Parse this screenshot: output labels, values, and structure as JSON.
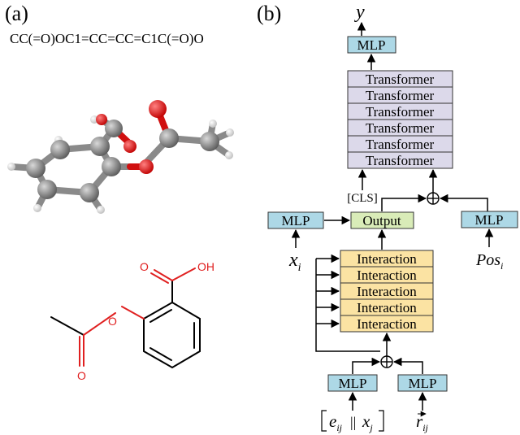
{
  "panel_a": {
    "label": "(a)",
    "smiles": "CC(=O)OC1=CC=CC=C1C(=O)O",
    "atoms_2d": {
      "oh": "OH",
      "o": "O"
    }
  },
  "panel_b": {
    "label": "(b)",
    "output_var": "y",
    "top_mlp": "MLP",
    "transformers": [
      "Transformer",
      "Transformer",
      "Transformer",
      "Transformer",
      "Transformer",
      "Transformer"
    ],
    "cls": "[CLS]",
    "output": "Output",
    "left_mlp": "MLP",
    "right_mlp": "MLP",
    "x_sym": "x",
    "x_sub": "i",
    "pos_sym": "Pos",
    "pos_sub": "i",
    "interactions": [
      "Interaction",
      "Interaction",
      "Interaction",
      "Interaction",
      "Interaction"
    ],
    "bottom_left_mlp": "MLP",
    "bottom_right_mlp": "MLP",
    "e_sym": "e",
    "e_sub": "ij",
    "concat": "||",
    "xj_sym": "x",
    "xj_sub": "j",
    "r_sym": "r",
    "r_sub": "ij"
  },
  "colors": {
    "mlp_fill": "#add8e6",
    "transformer_fill": "#dcd9ea",
    "output_fill": "#d9ecb8",
    "interaction_fill": "#fbe3a3",
    "oxygen": "#e02020",
    "atom_grey": "#7f7f7f"
  }
}
